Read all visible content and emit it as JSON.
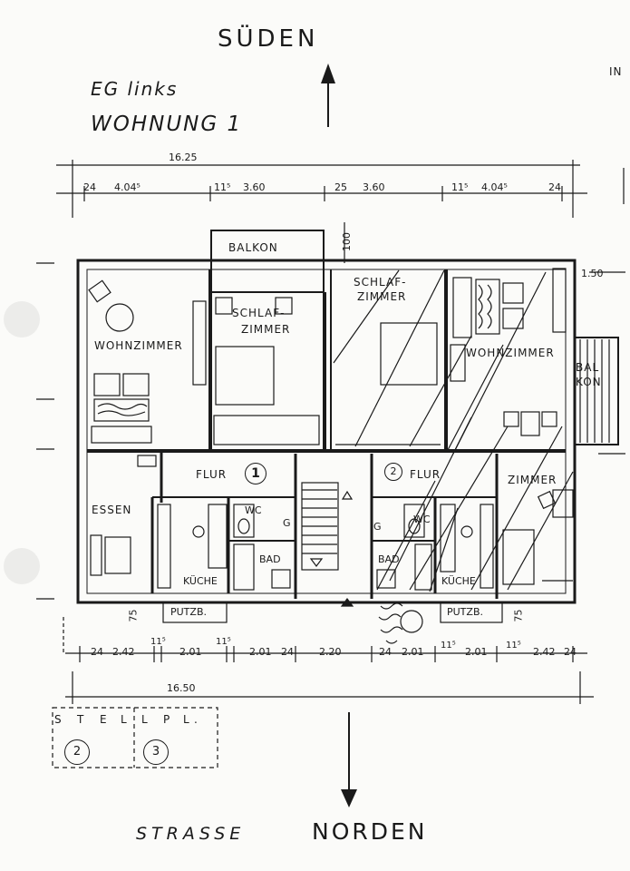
{
  "header": {
    "south": "SÜDEN",
    "floor": "EG links",
    "unit": "WOHNUNG 1",
    "edge_text": "IN"
  },
  "footer": {
    "street": "STRASSE",
    "north": "NORDEN"
  },
  "parking": {
    "label_letters": [
      "S",
      "T",
      "E",
      "L",
      "L",
      "P",
      "L",
      "."
    ],
    "spots": [
      "2",
      "3"
    ]
  },
  "rooms": {
    "balkon_top": "BALKON",
    "wohnzimmer_left": "WOHNZIMMER",
    "schlafzimmer_1": "SCHLAF-",
    "schlafzimmer_2": "ZIMMER",
    "schlafzimmer_r1": "SCHLAF-",
    "schlafzimmer_r2": "ZIMMER",
    "wohnzimmer_right": "WOHNZIMMER",
    "balkon_right_1": "BAL",
    "balkon_right_2": "KON",
    "flur_left": "FLUR",
    "flur_left_no": "1",
    "flur_right": "FLUR",
    "flur_right_no": "2",
    "essen": "ESSEN",
    "kueche_left": "KÜCHE",
    "kueche_right": "KÜCHE",
    "bad_left": "BAD",
    "bad_right": "BAD",
    "wc_left": "WC",
    "wc_right": "WC",
    "zimmer": "ZIMMER",
    "putzb_left": "PUTZB.",
    "putzb_right": "PUTZB.",
    "g_left": "G",
    "g_right": "G"
  },
  "dimensions": {
    "top_total": "16.25",
    "top_segments": [
      "24",
      "4.04⁵",
      "11⁵",
      "3.60",
      "25",
      "3.60",
      "11⁵",
      "4.04⁵",
      "24"
    ],
    "balcony_depth": "100",
    "right_offset": "1.50",
    "side_75_left": "75",
    "side_75_right": "75",
    "bottom_segments": [
      "24",
      "2.42",
      "11⁵",
      "2.01",
      "11⁵",
      "2.01",
      "24",
      "2.20",
      "24",
      "2.01",
      "11⁵",
      "2.01",
      "11⁵",
      "2.42",
      "24"
    ],
    "bottom_total": "16.50"
  }
}
